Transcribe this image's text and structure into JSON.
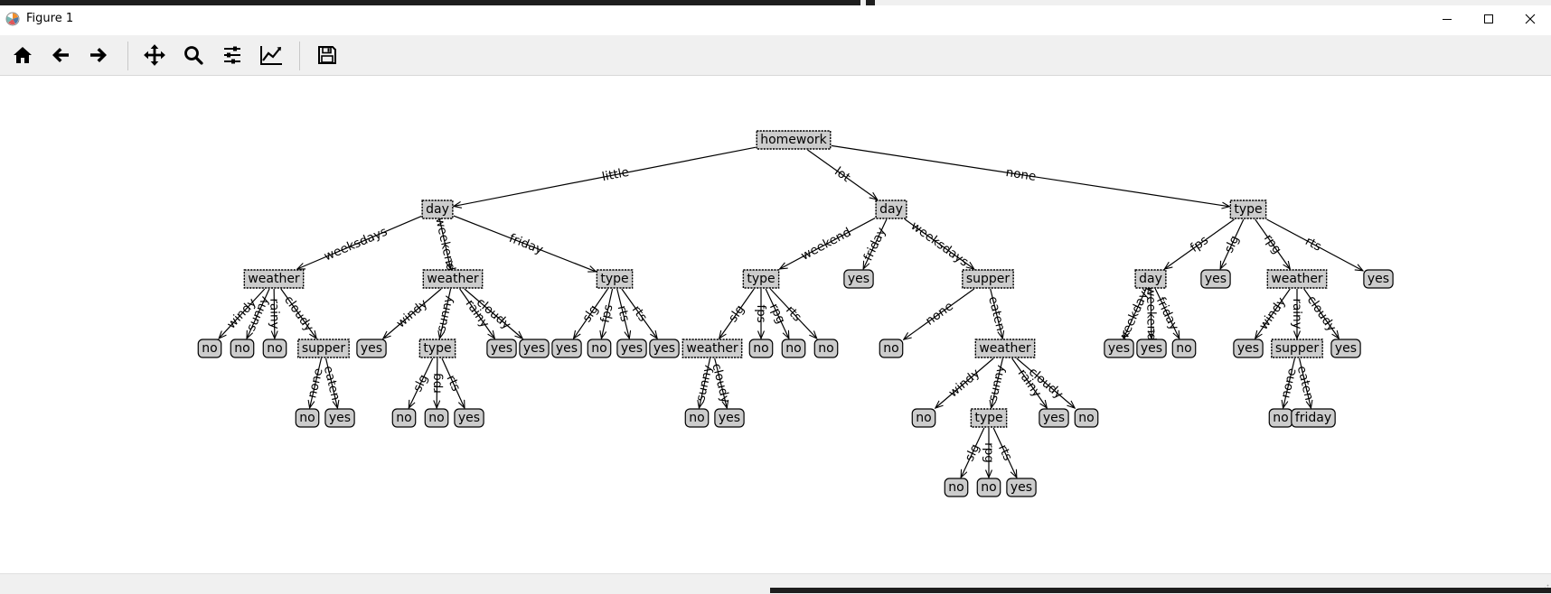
{
  "window": {
    "title": "Figure 1"
  },
  "toolbar": {
    "items": [
      {
        "id": "home",
        "icon": "home-icon"
      },
      {
        "id": "back",
        "icon": "arrow-left-icon"
      },
      {
        "id": "forward",
        "icon": "arrow-right-icon"
      },
      {
        "id": "pan",
        "icon": "move-icon"
      },
      {
        "id": "zoom",
        "icon": "magnifier-icon"
      },
      {
        "id": "configure",
        "icon": "sliders-icon"
      },
      {
        "id": "axes",
        "icon": "line-chart-icon"
      },
      {
        "id": "save",
        "icon": "floppy-disk-icon"
      }
    ]
  },
  "window_controls": [
    "minimize-icon",
    "maximize-icon",
    "close-icon"
  ],
  "colors": {
    "node_fill": "#cccccc",
    "toolbar_bg": "#f0f0f0",
    "edge": "#000000"
  },
  "tree": {
    "nodes": [
      {
        "id": "n0",
        "label": "homework",
        "kind": "decision"
      },
      {
        "id": "n1",
        "label": "day",
        "kind": "decision"
      },
      {
        "id": "n2",
        "label": "day",
        "kind": "decision"
      },
      {
        "id": "n3",
        "label": "type",
        "kind": "decision"
      },
      {
        "id": "n4",
        "label": "weather",
        "kind": "decision"
      },
      {
        "id": "n5",
        "label": "weather",
        "kind": "decision"
      },
      {
        "id": "n6",
        "label": "type",
        "kind": "decision"
      },
      {
        "id": "n7",
        "label": "type",
        "kind": "decision"
      },
      {
        "id": "n8",
        "label": "yes",
        "kind": "leaf"
      },
      {
        "id": "n9",
        "label": "supper",
        "kind": "decision"
      },
      {
        "id": "n10",
        "label": "day",
        "kind": "decision"
      },
      {
        "id": "n11",
        "label": "yes",
        "kind": "leaf"
      },
      {
        "id": "n12",
        "label": "weather",
        "kind": "decision"
      },
      {
        "id": "n13",
        "label": "yes",
        "kind": "leaf"
      },
      {
        "id": "n14",
        "label": "no",
        "kind": "leaf"
      },
      {
        "id": "n15",
        "label": "no",
        "kind": "leaf"
      },
      {
        "id": "n16",
        "label": "no",
        "kind": "leaf"
      },
      {
        "id": "n17",
        "label": "supper",
        "kind": "decision"
      },
      {
        "id": "n18",
        "label": "yes",
        "kind": "leaf"
      },
      {
        "id": "n19",
        "label": "type",
        "kind": "decision"
      },
      {
        "id": "n20",
        "label": "yes",
        "kind": "leaf"
      },
      {
        "id": "n21",
        "label": "yes",
        "kind": "leaf"
      },
      {
        "id": "n22",
        "label": "yes",
        "kind": "leaf"
      },
      {
        "id": "n23",
        "label": "no",
        "kind": "leaf"
      },
      {
        "id": "n24",
        "label": "yes",
        "kind": "leaf"
      },
      {
        "id": "n25",
        "label": "yes",
        "kind": "leaf"
      },
      {
        "id": "n26",
        "label": "weather",
        "kind": "decision"
      },
      {
        "id": "n27",
        "label": "no",
        "kind": "leaf"
      },
      {
        "id": "n28",
        "label": "no",
        "kind": "leaf"
      },
      {
        "id": "n29",
        "label": "no",
        "kind": "leaf"
      },
      {
        "id": "n30",
        "label": "no",
        "kind": "leaf"
      },
      {
        "id": "n31",
        "label": "weather",
        "kind": "decision"
      },
      {
        "id": "n32",
        "label": "yes",
        "kind": "leaf"
      },
      {
        "id": "n33",
        "label": "yes",
        "kind": "leaf"
      },
      {
        "id": "n34",
        "label": "no",
        "kind": "leaf"
      },
      {
        "id": "n35",
        "label": "yes",
        "kind": "leaf"
      },
      {
        "id": "n36",
        "label": "supper",
        "kind": "decision"
      },
      {
        "id": "n37",
        "label": "yes",
        "kind": "leaf"
      },
      {
        "id": "n38",
        "label": "no",
        "kind": "leaf"
      },
      {
        "id": "n39",
        "label": "yes",
        "kind": "leaf"
      },
      {
        "id": "n40",
        "label": "no",
        "kind": "leaf"
      },
      {
        "id": "n41",
        "label": "no",
        "kind": "leaf"
      },
      {
        "id": "n42",
        "label": "yes",
        "kind": "leaf"
      },
      {
        "id": "n43",
        "label": "no",
        "kind": "leaf"
      },
      {
        "id": "n44",
        "label": "yes",
        "kind": "leaf"
      },
      {
        "id": "n45",
        "label": "no",
        "kind": "leaf"
      },
      {
        "id": "n46",
        "label": "type",
        "kind": "decision"
      },
      {
        "id": "n47",
        "label": "yes",
        "kind": "leaf"
      },
      {
        "id": "n48",
        "label": "no",
        "kind": "leaf"
      },
      {
        "id": "n49",
        "label": "no",
        "kind": "leaf"
      },
      {
        "id": "n50",
        "label": "friday",
        "kind": "leaf"
      },
      {
        "id": "n51",
        "label": "no",
        "kind": "leaf"
      },
      {
        "id": "n52",
        "label": "no",
        "kind": "leaf"
      },
      {
        "id": "n53",
        "label": "yes",
        "kind": "leaf"
      }
    ],
    "edges": [
      {
        "from": "n0",
        "to": "n1",
        "label": "little"
      },
      {
        "from": "n0",
        "to": "n2",
        "label": "lot"
      },
      {
        "from": "n0",
        "to": "n3",
        "label": "none"
      },
      {
        "from": "n1",
        "to": "n4",
        "label": "weeksdays"
      },
      {
        "from": "n1",
        "to": "n5",
        "label": "weekend"
      },
      {
        "from": "n1",
        "to": "n6",
        "label": "friday"
      },
      {
        "from": "n2",
        "to": "n7",
        "label": "weekend"
      },
      {
        "from": "n2",
        "to": "n8",
        "label": "friday"
      },
      {
        "from": "n2",
        "to": "n9",
        "label": "weeksdays"
      },
      {
        "from": "n3",
        "to": "n10",
        "label": "fps"
      },
      {
        "from": "n3",
        "to": "n11",
        "label": "slg"
      },
      {
        "from": "n3",
        "to": "n12",
        "label": "rpg"
      },
      {
        "from": "n3",
        "to": "n13",
        "label": "rts"
      },
      {
        "from": "n4",
        "to": "n14",
        "label": "windy"
      },
      {
        "from": "n4",
        "to": "n15",
        "label": "sunny"
      },
      {
        "from": "n4",
        "to": "n16",
        "label": "rainy"
      },
      {
        "from": "n4",
        "to": "n17",
        "label": "cloudy"
      },
      {
        "from": "n5",
        "to": "n18",
        "label": "windy"
      },
      {
        "from": "n5",
        "to": "n19",
        "label": "sunny"
      },
      {
        "from": "n5",
        "to": "n20",
        "label": "rainy"
      },
      {
        "from": "n5",
        "to": "n21",
        "label": "cloudy"
      },
      {
        "from": "n6",
        "to": "n22",
        "label": "slg"
      },
      {
        "from": "n6",
        "to": "n23",
        "label": "fps"
      },
      {
        "from": "n6",
        "to": "n24",
        "label": "rts"
      },
      {
        "from": "n6",
        "to": "n25",
        "label": "rts"
      },
      {
        "from": "n7",
        "to": "n26",
        "label": "slg"
      },
      {
        "from": "n7",
        "to": "n27",
        "label": "fps"
      },
      {
        "from": "n7",
        "to": "n28",
        "label": "rpg"
      },
      {
        "from": "n7",
        "to": "n29",
        "label": "rts"
      },
      {
        "from": "n9",
        "to": "n30",
        "label": "none"
      },
      {
        "from": "n9",
        "to": "n31",
        "label": "eaten"
      },
      {
        "from": "n10",
        "to": "n32",
        "label": "weekdays"
      },
      {
        "from": "n10",
        "to": "n33",
        "label": "weekend"
      },
      {
        "from": "n10",
        "to": "n34",
        "label": "friday"
      },
      {
        "from": "n12",
        "to": "n35",
        "label": "windy"
      },
      {
        "from": "n12",
        "to": "n36",
        "label": "rainy"
      },
      {
        "from": "n12",
        "to": "n37",
        "label": "cloudy"
      },
      {
        "from": "n17",
        "to": "n38",
        "label": "none"
      },
      {
        "from": "n17",
        "to": "n39",
        "label": "eaten"
      },
      {
        "from": "n19",
        "to": "n40",
        "label": "slg"
      },
      {
        "from": "n19",
        "to": "n41",
        "label": "rpg"
      },
      {
        "from": "n19",
        "to": "n42",
        "label": "rts"
      },
      {
        "from": "n26",
        "to": "n43",
        "label": "sunny"
      },
      {
        "from": "n26",
        "to": "n44",
        "label": "cloudy"
      },
      {
        "from": "n31",
        "to": "n45",
        "label": "windy"
      },
      {
        "from": "n31",
        "to": "n46",
        "label": "sunny"
      },
      {
        "from": "n31",
        "to": "n47",
        "label": "rainy"
      },
      {
        "from": "n31",
        "to": "n48",
        "label": "cloudy"
      },
      {
        "from": "n36",
        "to": "n49",
        "label": "none"
      },
      {
        "from": "n36",
        "to": "n50",
        "label": "eaten"
      },
      {
        "from": "n46",
        "to": "n51",
        "label": "slg"
      },
      {
        "from": "n46",
        "to": "n52",
        "label": "rpg"
      },
      {
        "from": "n46",
        "to": "n53",
        "label": "rts"
      }
    ]
  }
}
